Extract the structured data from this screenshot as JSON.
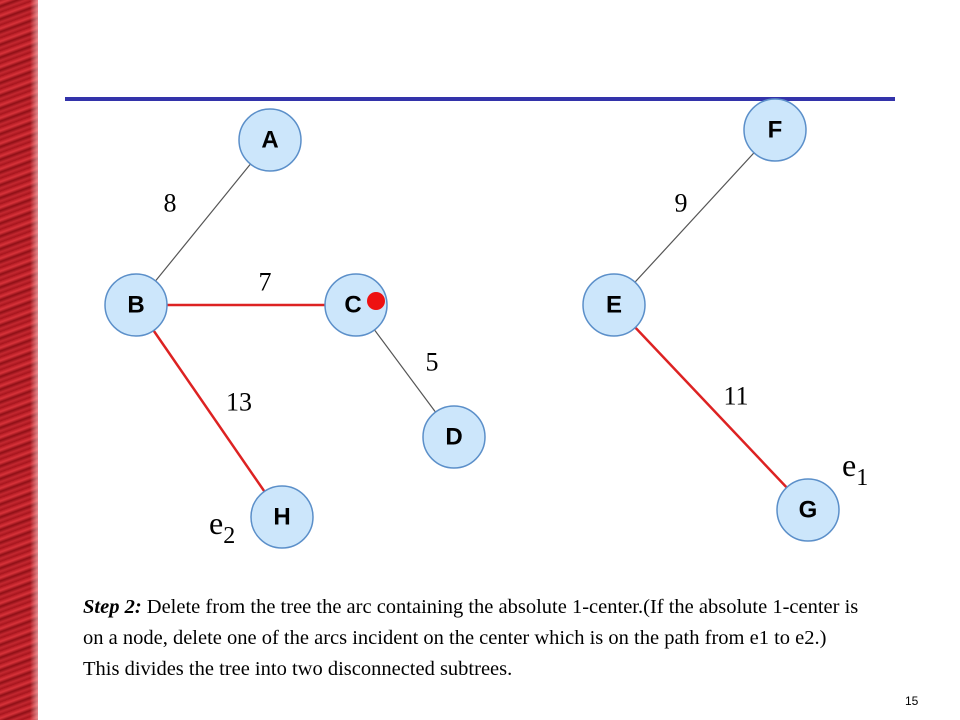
{
  "colors": {
    "side_band": "#b01a22",
    "rule": "#3333aa",
    "node_fill": "#cce6fb",
    "node_stroke": "#5b8fc9",
    "highlight_edge": "#dd2222",
    "normal_edge": "#555555",
    "center_marker": "#ee1111"
  },
  "diagram": {
    "nodes": [
      {
        "id": "A",
        "label": "A"
      },
      {
        "id": "B",
        "label": "B"
      },
      {
        "id": "C",
        "label": "C"
      },
      {
        "id": "D",
        "label": "D"
      },
      {
        "id": "H",
        "label": "H"
      },
      {
        "id": "F",
        "label": "F"
      },
      {
        "id": "E",
        "label": "E"
      },
      {
        "id": "G",
        "label": "G"
      }
    ],
    "edges": [
      {
        "from": "A",
        "to": "B",
        "weight": "8",
        "highlight": false
      },
      {
        "from": "B",
        "to": "C",
        "weight": "7",
        "highlight": true
      },
      {
        "from": "C",
        "to": "D",
        "weight": "5",
        "highlight": false
      },
      {
        "from": "B",
        "to": "H",
        "weight": "13",
        "highlight": true
      },
      {
        "from": "F",
        "to": "E",
        "weight": "9",
        "highlight": false
      },
      {
        "from": "E",
        "to": "G",
        "weight": "11",
        "highlight": true
      }
    ],
    "end_labels": [
      {
        "base": "e",
        "sub": "1"
      },
      {
        "base": "e",
        "sub": "2"
      }
    ],
    "center_marker": "absolute-1-center-on-C"
  },
  "caption": {
    "step": "Step 2:",
    "text": " Delete from the tree the arc containing the absolute 1-center.(If the absolute 1-center is on a node, delete one of the arcs incident on the center which is on the path from e1 to e2.) This divides the tree into two disconnected subtrees."
  },
  "page_number": "15"
}
